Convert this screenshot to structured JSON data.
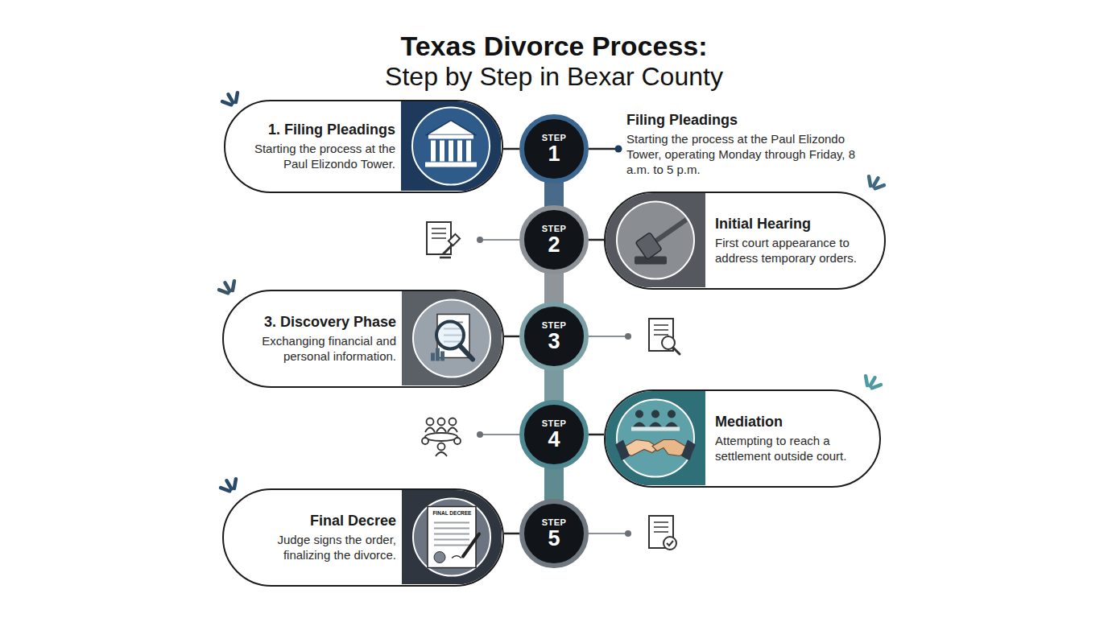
{
  "diagram": {
    "title": "Texas Divorce Process:",
    "nodes": [
      {
        "text": [
          "1. Filing Pleadings",
          "Starting the process at the Paul Elizondo Tower."
        ]
      },
      {
        "text": [
          "STEP",
          "1"
        ]
      },
      {
        "text": [
          "Filing Pleadings",
          "Starting the process at the Paul Elizondo Tower, operating Monday through Friday, 8 a.m. to 5 p.m."
        ]
      },
      {
        "text": [
          "STEP",
          "2"
        ]
      },
      {
        "text": [
          "Initial Hearing",
          "First court appearance to address temporary orders."
        ]
      },
      {
        "text": [
          "3. Discovery Phase",
          "Exchanging financial and personal information."
        ]
      },
      {
        "text": [
          "STEP",
          "3"
        ]
      },
      {
        "text": [
          "STEP",
          "4"
        ]
      },
      {
        "text": [
          "Mediation",
          "Attempting to reach a settlement outside court."
        ]
      },
      {
        "text": [
          "Final Decree",
          "Judge signs the order, finalizing the divorce."
        ]
      },
      {
        "text": [
          "STEP",
          "5"
        ]
      }
    ],
    "edges": [
      {
        "from": 1,
        "to": 0,
        "arrow": "none"
      },
      {
        "from": 1,
        "to": 2,
        "arrow": "none"
      },
      {
        "from": 1,
        "to": 3,
        "arrow": "none"
      },
      {
        "from": 3,
        "to": 4,
        "arrow": "none"
      },
      {
        "from": 3,
        "to": 6,
        "arrow": "none"
      },
      {
        "from": 6,
        "to": 5,
        "arrow": "none"
      },
      {
        "from": 6,
        "to": 7,
        "arrow": "none"
      },
      {
        "from": 7,
        "to": 8,
        "arrow": "none"
      },
      {
        "from": 7,
        "to": 10,
        "arrow": "none"
      },
      {
        "from": 10,
        "to": 9,
        "arrow": "none"
      }
    ],
    "labels": [
      "Step by Step in Bexar County",
      "FINAL DECREE"
    ]
  }
}
